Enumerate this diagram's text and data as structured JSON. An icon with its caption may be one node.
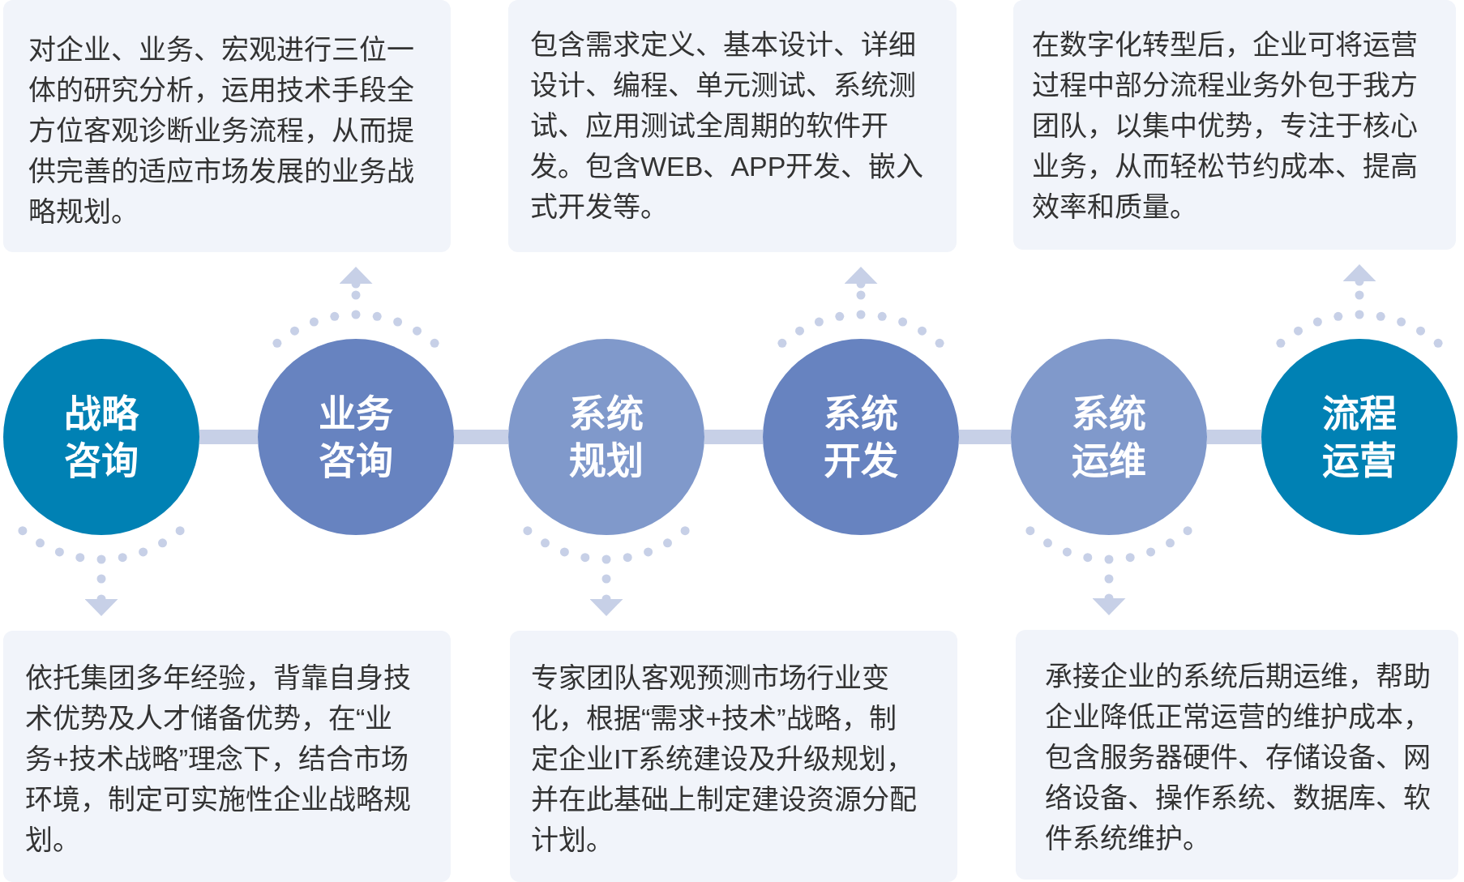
{
  "diagram": {
    "nodes": [
      {
        "text": [
          "对企业、业务、宏观进行三位一体的研究分析，运用技术手段全方位客观诊断业务流程，从而提供完善的适应市场发展的业务战略规划。"
        ]
      },
      {
        "text": [
          "包含需求定义、基本设计、详细设计、编程、单元测试、系统测试、应用测试全周期的软件开发。包含WEB、APP开发、嵌入式开发等。"
        ]
      },
      {
        "text": [
          "在数字化转型后，企业可将运营过程中部分流程业务外包于我方团队，以集中优势，专注于核心业务，从而轻松节约成本、提高效率和质量。"
        ]
      },
      {
        "text": [
          "战略咨询"
        ]
      },
      {
        "text": [
          "业务咨询"
        ]
      },
      {
        "text": [
          "系统规划"
        ]
      },
      {
        "text": [
          "系统开发"
        ]
      },
      {
        "text": [
          "系统运维"
        ]
      },
      {
        "text": [
          "流程运营"
        ]
      },
      {
        "text": [
          "依托集团多年经验，背靠自身技术优势及人才储备优势，在“业务+技术战略”理念下，结合市场环境，制定可实施性企业战略规划。"
        ]
      },
      {
        "text": [
          "专家团队客观预测市场行业变化，根据“需求+技术”战略，制定企业IT系统建设及升级规划，并在此基础上制定建设资源分配计划。"
        ]
      },
      {
        "text": [
          "承接企业的系统后期运维，帮助企业降低正常运营的维护成本，包含服务器硬件、存储设备、网络设备、操作系统、数据库、软件系统维护。"
        ]
      }
    ],
    "edges": [
      {
        "from": 3,
        "to": 4,
        "arrow": "none"
      },
      {
        "from": 4,
        "to": 5,
        "arrow": "none"
      },
      {
        "from": 5,
        "to": 6,
        "arrow": "none"
      },
      {
        "from": 6,
        "to": 7,
        "arrow": "none"
      },
      {
        "from": 7,
        "to": 8,
        "arrow": "none"
      },
      {
        "from": 3,
        "to": 9,
        "arrow": "to",
        "style": "dashed"
      },
      {
        "from": 4,
        "to": 0,
        "arrow": "to",
        "style": "dashed"
      },
      {
        "from": 5,
        "to": 10,
        "arrow": "to",
        "style": "dashed"
      },
      {
        "from": 6,
        "to": 1,
        "arrow": "to",
        "style": "dashed"
      },
      {
        "from": 7,
        "to": 11,
        "arrow": "to",
        "style": "dashed"
      },
      {
        "from": 8,
        "to": 2,
        "arrow": "to",
        "style": "dashed"
      }
    ]
  }
}
